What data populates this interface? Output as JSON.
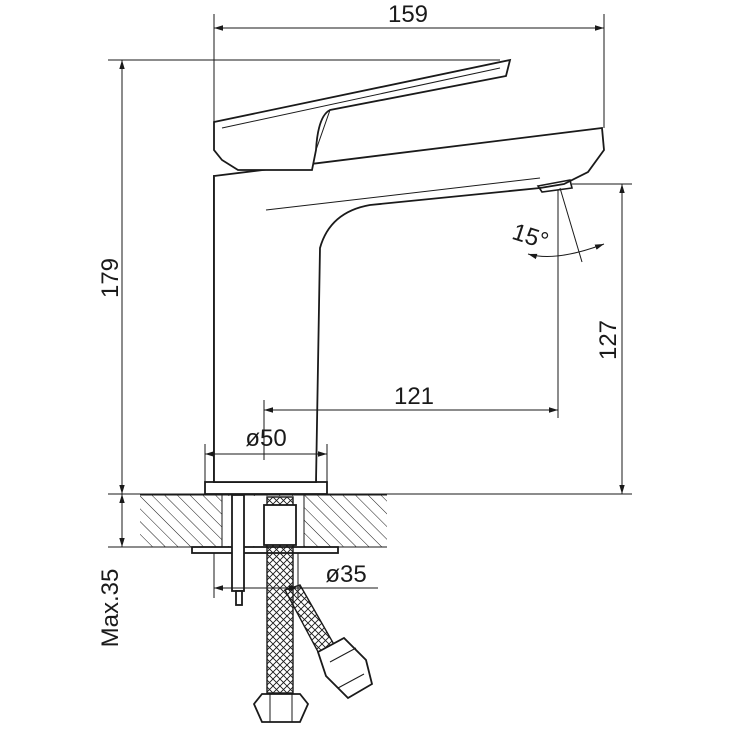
{
  "dimensions": {
    "overall_width": "159",
    "overall_height": "179",
    "spout_height": "127",
    "spout_reach": "121",
    "base_diameter": "ø50",
    "hole_diameter": "ø35",
    "max_thickness": "Max.35",
    "spout_angle": "15°"
  },
  "colors": {
    "line": "#1a1a1a",
    "background": "#ffffff"
  }
}
